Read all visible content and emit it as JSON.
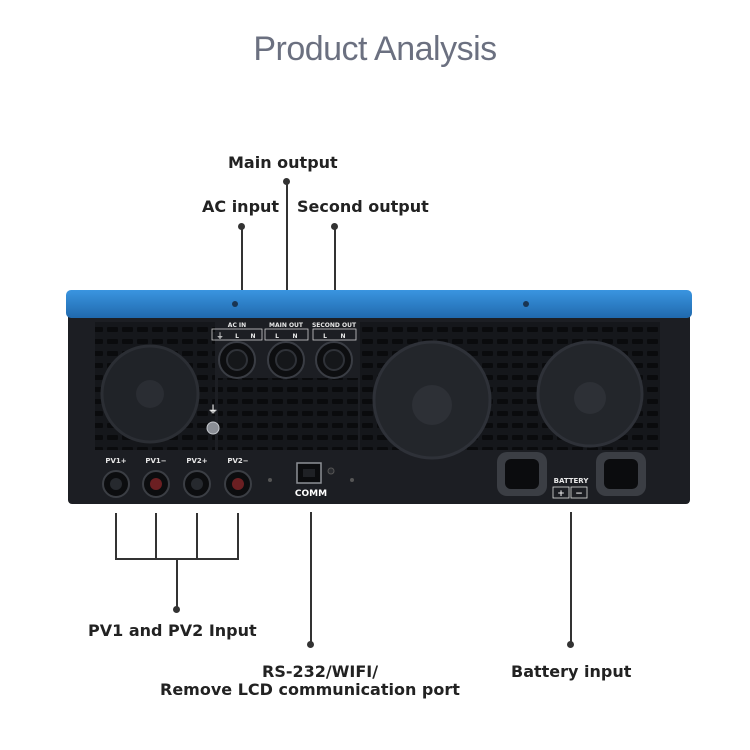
{
  "title": "Product Analysis",
  "callouts": {
    "main_output": "Main output",
    "ac_input": "AC input",
    "second_output": "Second output",
    "pv_input": "PV1 and PV2 Input",
    "comm_port_line1": "RS-232/WIFI/",
    "comm_port_line2": "Remove LCD communication port",
    "battery_input": "Battery input"
  },
  "panel_labels": {
    "ac_in": "AC IN",
    "main_out": "MAIN OUT",
    "second_out": "SECOND OUT",
    "ground": "⏚",
    "l": "L",
    "n": "N",
    "pv1_plus": "PV1+",
    "pv1_minus": "PV1−",
    "pv2_plus": "PV2+",
    "pv2_minus": "PV2−",
    "comm": "COMM",
    "battery": "BATTERY",
    "plus": "+",
    "minus": "−"
  },
  "colors": {
    "top_cover": "#2f86d0",
    "body": "#1b1d22",
    "text": "#222222",
    "title": "#6b7080"
  }
}
